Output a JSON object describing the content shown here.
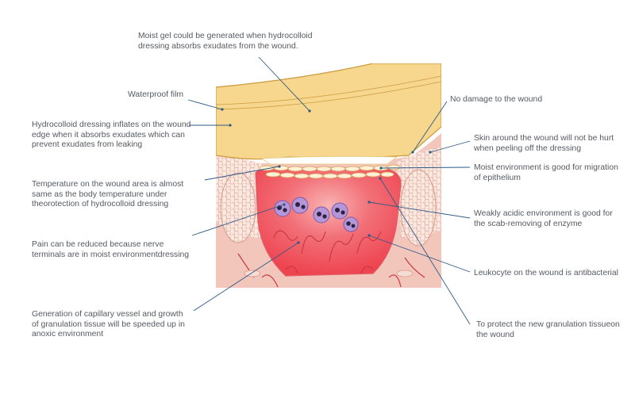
{
  "labels": {
    "moist_gel": [
      "Moist gel could be generated when hydrocolloid",
      "dressing absorbs exudates from the wound."
    ],
    "waterproof": [
      "Waterproof film"
    ],
    "inflates": [
      "Hydrocolloid dressing inflates on the wound",
      "edge when it absorbs exudates which can",
      "prevent exudates from leaking"
    ],
    "temperature": [
      "Temperature on the wound area is almost",
      "same as the body temperature under",
      "theorotection of hydrocolloid dressing"
    ],
    "pain": [
      "Pain can be reduced because nerve",
      "terminals are in moist environmentdressing"
    ],
    "capillary": [
      "Generation of capillary vessel and growth",
      "of granulation tissue will be speeded up in",
      "anoxic environment"
    ],
    "no_damage": [
      "No damage to the wound"
    ],
    "skin_around": [
      "Skin around the wound will not be hurt",
      "when peeling off the dressing"
    ],
    "moist_env": [
      "Moist environment is good for migration",
      "of epithelium"
    ],
    "acidic": [
      "Weakly acidic environment is good for",
      "the scab-removing of enzyme"
    ],
    "leukocyte": [
      "Leukocyte on the wound is antibacterial"
    ],
    "protect": [
      "To protect the new granulation tissueon",
      "the wound"
    ]
  },
  "colors": {
    "dressing_fill": "#f7d68e",
    "dressing_edge": "#c99a3e",
    "skin": "#f3cfc4",
    "dermis": "#efb6ad",
    "cells": "#fbe9e0",
    "cell_line": "#d99a8c",
    "wound_red": "#f0505a",
    "wound_core": "#f7a3a7",
    "vessel": "#d9404a",
    "leader": "#2f5a86",
    "text": "#555a60"
  }
}
